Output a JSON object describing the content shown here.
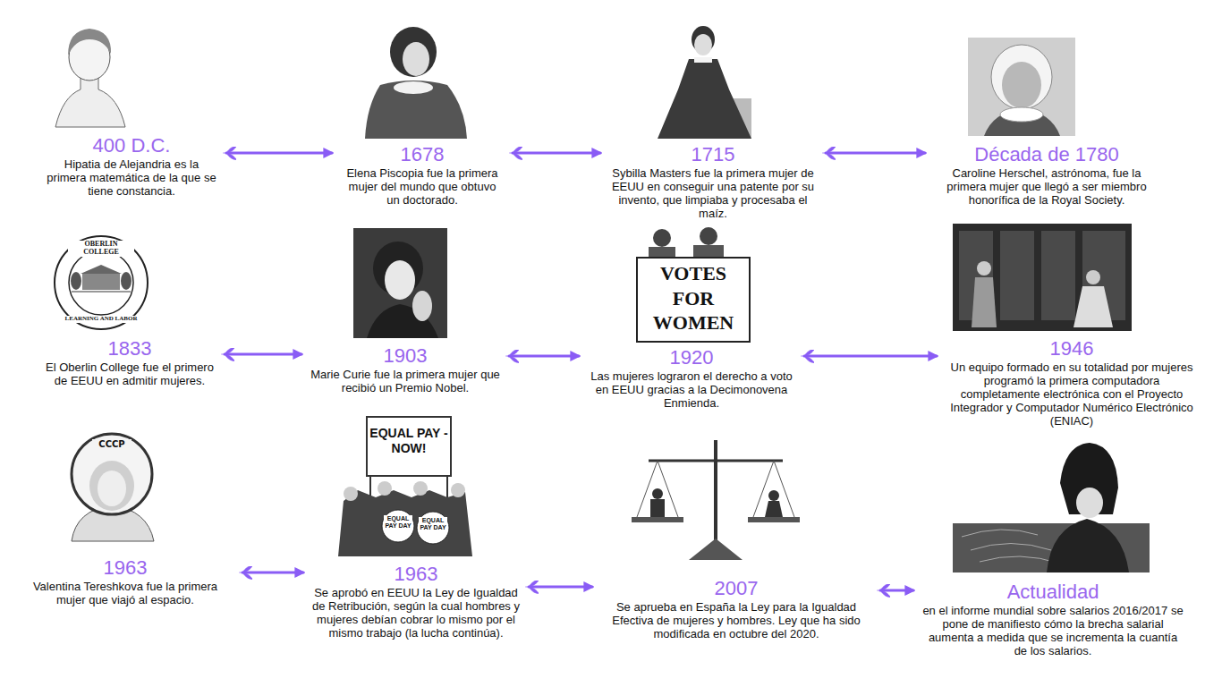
{
  "diagram": {
    "nodes": [
      {
        "text": [
          "400 D.C.",
          "Hipatia de Alejandria es la primera matemática de la que se tiene constancia."
        ]
      },
      {
        "text": [
          "1678",
          "Elena Piscopia fue la primera mujer del mundo que obtuvo un doctorado."
        ]
      },
      {
        "text": [
          "1715",
          "Sybilla Masters fue la primera mujer de EEUU en conseguir una patente por su invento, que limpiaba y procesaba el maíz."
        ]
      },
      {
        "text": [
          "Década de 1780",
          "Caroline Herschel, astrónoma, fue la primera mujer que llegó a ser miembro honorífica de la Royal Society."
        ]
      },
      {
        "text": [
          "1833",
          "El Oberlin College fue el primero de EEUU en admitir mujeres."
        ]
      },
      {
        "text": [
          "1903",
          "Marie Curie fue la primera mujer que recibió un Premio Nobel."
        ]
      },
      {
        "text": [
          "1920",
          "Las mujeres lograron el derecho a voto en EEUU gracias a la Decimonovena Enmienda."
        ]
      },
      {
        "text": [
          "1946",
          "Un equipo formado en su totalidad por mujeres programó la primera computadora completamente electrónica con el Proyecto Integrador y Computador Numérico Electrónico (ENIAC)"
        ]
      },
      {
        "text": [
          "1963",
          "Valentina Tereshkova fue la primera mujer que viajó al espacio."
        ]
      },
      {
        "text": [
          "1963",
          "Se aprobó en EEUU la Ley de Igualdad de Retribución, según la cual hombres y mujeres debían cobrar lo mismo por el mismo trabajo (la lucha continúa)."
        ]
      },
      {
        "text": [
          "2007",
          "Se aprueba en España la Ley para la Igualdad Efectiva de mujeres y hombres. Ley que ha sido modificada en octubre del 2020."
        ]
      },
      {
        "text": [
          "Actualidad",
          "en el informe mundial sobre salarios 2016/2017 se pone de manifiesto cómo la brecha salarial aumenta a medida que se incrementa la cuantía de los salarios."
        ]
      }
    ],
    "edges": [
      {
        "from": 0,
        "to": 1,
        "arrow": "to"
      },
      {
        "from": 1,
        "to": 2,
        "arrow": "to"
      },
      {
        "from": 2,
        "to": 3,
        "arrow": "to"
      },
      {
        "from": 4,
        "to": 5,
        "arrow": "to"
      },
      {
        "from": 5,
        "to": 6,
        "arrow": "to"
      },
      {
        "from": 6,
        "to": 7,
        "arrow": "to"
      },
      {
        "from": 8,
        "to": 9,
        "arrow": "to"
      },
      {
        "from": 9,
        "to": 10,
        "arrow": "to"
      },
      {
        "from": 10,
        "to": 11,
        "arrow": "to"
      }
    ],
    "labels": [
      "OBERLIN COLLEGE",
      "LEARNING AND LABOR",
      "VOTES FOR WOMEN",
      "СССР",
      "EQUAL PAY - NOW!",
      "EQUAL PAY DAY",
      "EQUAL PAY DAY"
    ]
  }
}
